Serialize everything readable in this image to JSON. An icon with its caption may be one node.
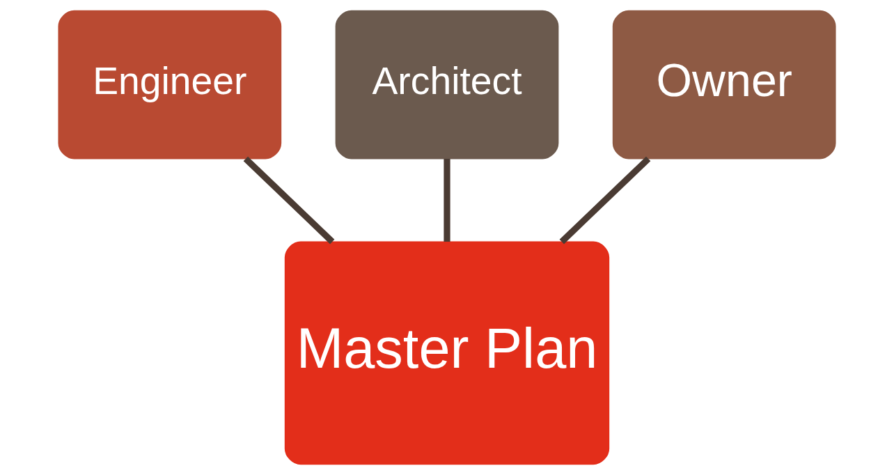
{
  "diagram": {
    "nodes": [
      {
        "text": [
          "Engineer"
        ]
      },
      {
        "text": [
          "Architect"
        ]
      },
      {
        "text": [
          "Owner"
        ]
      },
      {
        "text": [
          "Master Plan"
        ]
      }
    ],
    "edges": [
      {
        "from": 3,
        "to": 1,
        "arrow": "none"
      },
      {
        "from": 3,
        "to": 0,
        "arrow": "none"
      },
      {
        "from": 3,
        "to": 2,
        "arrow": "none"
      }
    ]
  }
}
